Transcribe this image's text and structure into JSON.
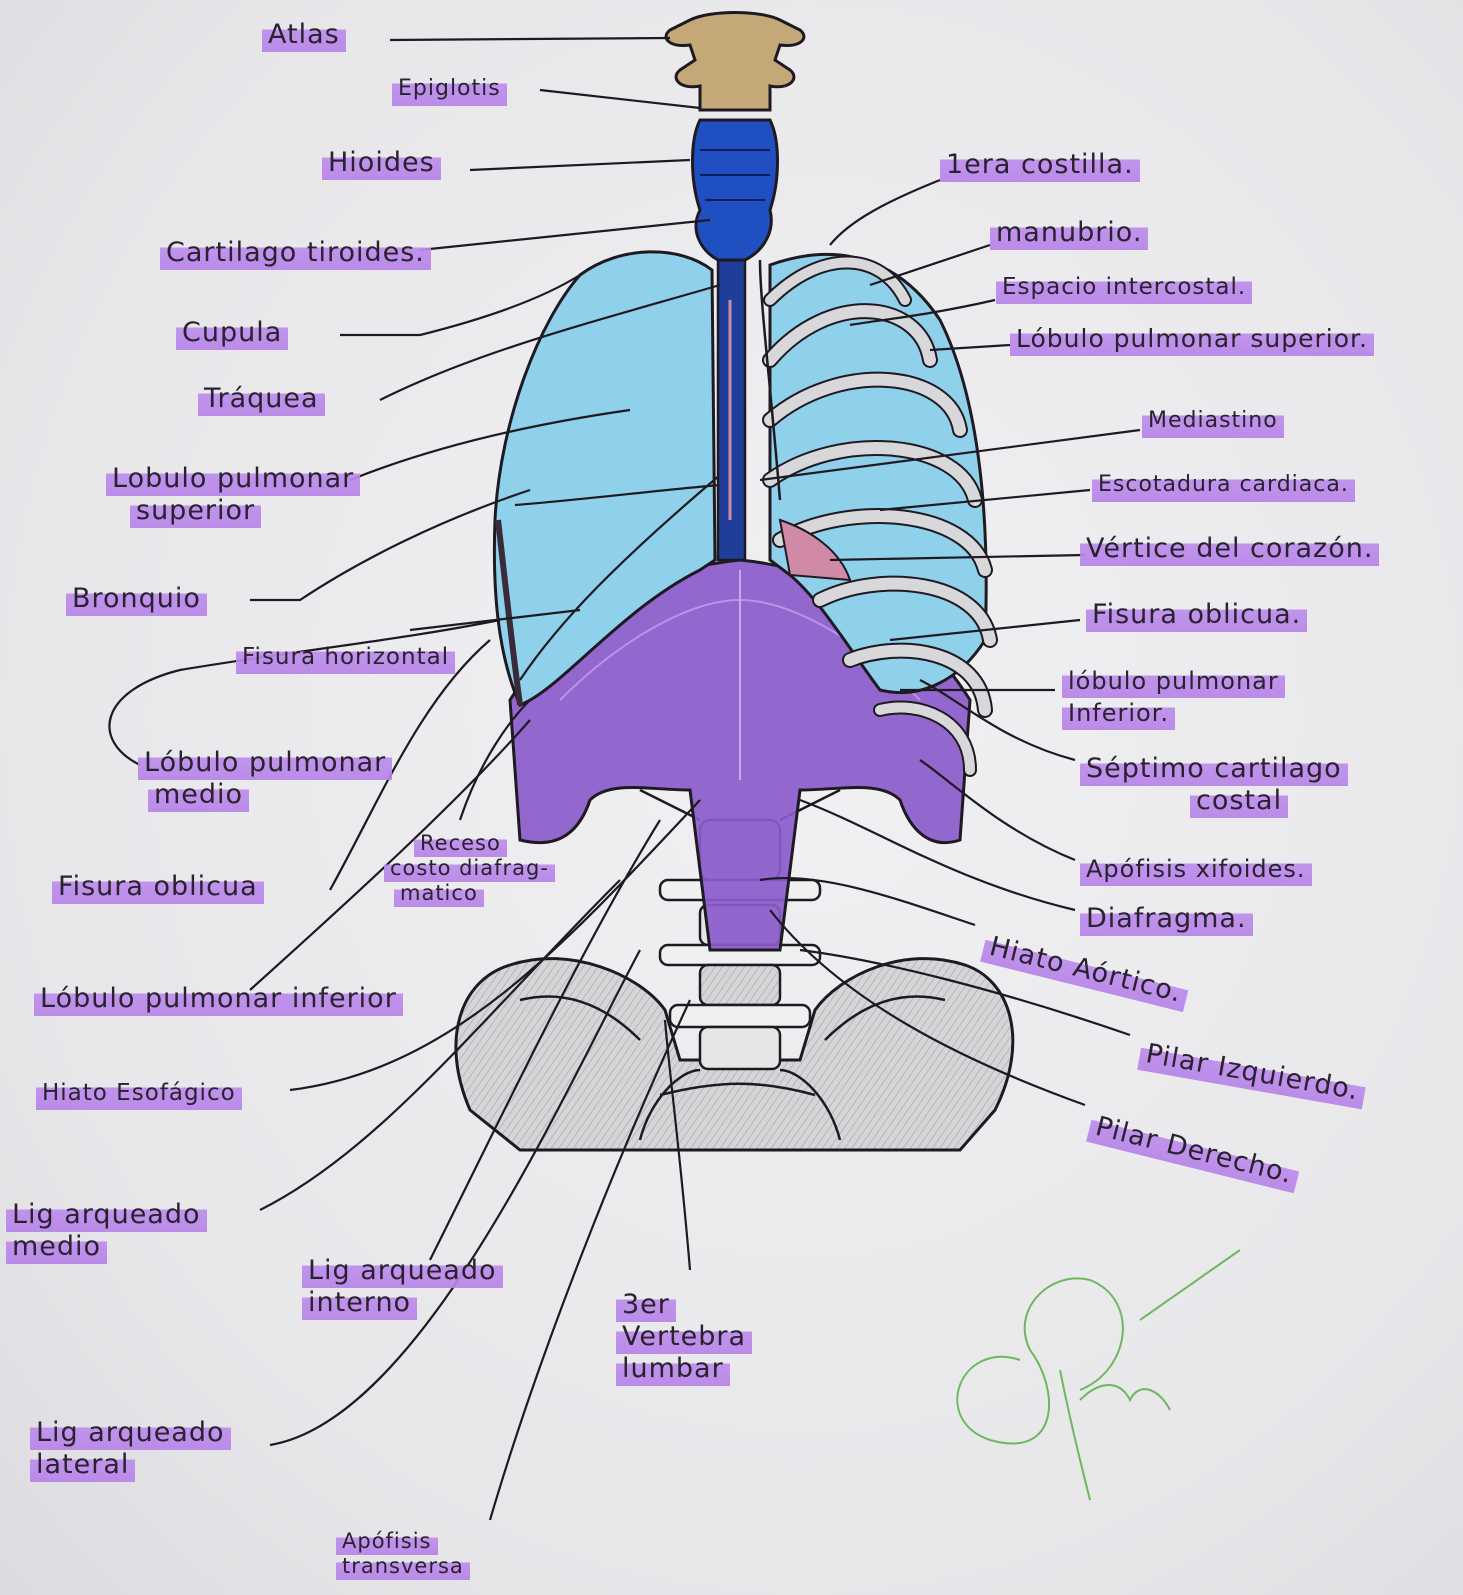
{
  "labels": {
    "atlas": "Atlas",
    "epiglotis": "Epiglotis",
    "hioides": "Hioides",
    "cartilago_tiroides": "Cartilago tiroides.",
    "cupula": "Cupula",
    "traquea": "Tráquea",
    "lobulo_pulmonar_superior_l1": "Lobulo pulmonar",
    "lobulo_pulmonar_superior_l2": "superior",
    "bronquio": "Bronquio",
    "fisura_horizontal": "Fisura horizontal",
    "lobulo_pulmonar_medio_l1": "Lóbulo pulmonar",
    "lobulo_pulmonar_medio_l2": "medio",
    "receso_l1": "Receso",
    "receso_l2": "costo diafrag-",
    "receso_l3": "matico",
    "fisura_oblicua_left": "Fisura oblicua",
    "lobulo_pulmonar_inferior_left": "Lóbulo pulmonar inferior",
    "hiato_esofagico": "Hiato Esofágico",
    "lig_arqueado_medio_l1": "Lig arqueado",
    "lig_arqueado_medio_l2": "medio",
    "lig_arqueado_interno_l1": "Lig arqueado",
    "lig_arqueado_interno_l2": "interno",
    "tercera_vertebra_l1": "3er",
    "tercera_vertebra_l2": "Vertebra",
    "tercera_vertebra_l3": "lumbar",
    "lig_arqueado_lateral_l1": "Lig arqueado",
    "lig_arqueado_lateral_l2": "lateral",
    "apofisis_transversa_l1": "Apófisis",
    "apofisis_transversa_l2": "transversa",
    "primera_costilla": "1era costilla.",
    "manubrio": "manubrio.",
    "espacio_intercostal": "Espacio intercostal.",
    "lobulo_pulmonar_superior_right": "Lóbulo pulmonar superior.",
    "mediastino": "Mediastino",
    "escotadura_cardiaca": "Escotadura cardiaca.",
    "vertice_corazon": "Vértice del corazón.",
    "fisura_oblicua_right": "Fisura oblicua.",
    "lobulo_pulmonar_inferior_right_l1": "lóbulo pulmonar",
    "lobulo_pulmonar_inferior_right_l2": "Inferior.",
    "septimo_cartilago_l1": "Séptimo cartilago",
    "septimo_cartilago_l2": "costal",
    "apofisis_xifoides": "Apófisis xifoides.",
    "diafragma": "Diafragma.",
    "hiato_aortico": "Hiato Aórtico.",
    "pilar_izquierdo": "Pilar Izquierdo.",
    "pilar_derecho": "Pilar Derecho."
  },
  "colors": {
    "highlighter": "#bd8cec",
    "lung": "#8fd0ea",
    "trachea": "#1f4fc0",
    "diaphragm": "#8a5ccc",
    "atlas": "#c4a878",
    "bone": "#e2e2e2",
    "ink": "#1f1a22",
    "signature": "#6cb85c"
  }
}
